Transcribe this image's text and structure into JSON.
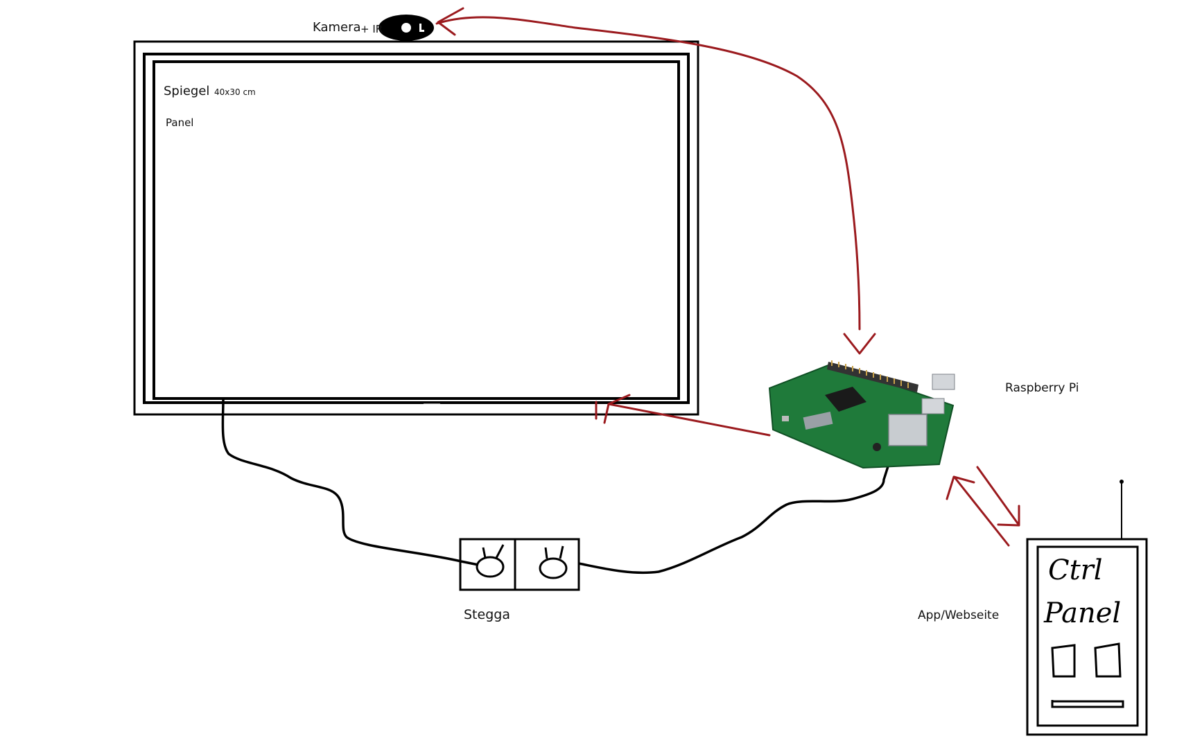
{
  "labels": {
    "camera": "Kamera",
    "camera_ir": "+ IR",
    "mirror": "Spiegel",
    "mirror_size": "40x30 cm",
    "panel": "Panel",
    "raspberry": "Raspberry Pi",
    "socket": "Stegga",
    "app": "App/Webseite"
  },
  "phone": {
    "line1": "Ctrl",
    "line2": "Panel"
  },
  "colors": {
    "arrow": "#9b1a1e",
    "line": "#000000",
    "pcb": "#1f7a3a"
  },
  "icons": [
    "camera-icon",
    "raspberry-pi-board-icon",
    "power-socket-icon",
    "phone-icon"
  ]
}
